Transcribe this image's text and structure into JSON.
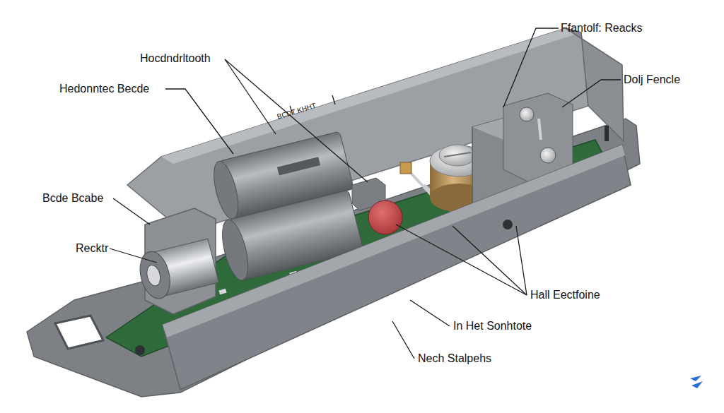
{
  "diagram": {
    "labels": [
      "Hocdndrltooth",
      "Hedonntec Becde",
      "Bcde Bcabe",
      "Recktr",
      "Ffantolf: Reacks",
      "Dolj Fencle",
      "Hall Eectfoine",
      "In Het Sonhtote",
      "Nech Stalpehs",
      "BCDT KHHT"
    ]
  }
}
